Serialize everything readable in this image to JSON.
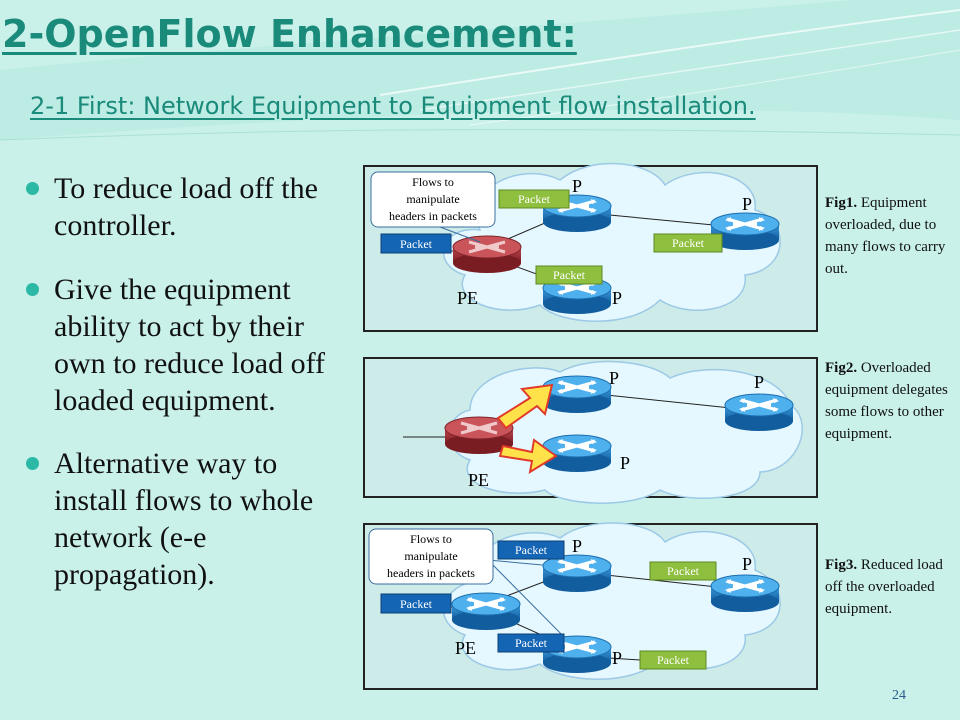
{
  "title": "2-OpenFlow Enhancement:",
  "subtitle": "2-1 First: Network Equipment to Equipment flow installation.",
  "bullets": [
    "To reduce load off the controller.",
    "Give the equipment ability to act by their own to reduce load off loaded equipment.",
    "Alternative way to install flows to whole network (e-e propagation)."
  ],
  "figures": {
    "fig1": {
      "callout": [
        "Flows to",
        "manipulate",
        "headers in packets"
      ],
      "packet_label": "Packet",
      "node_labels": {
        "p_top": "P",
        "p_right": "P",
        "p_bottom": "P",
        "pe": "PE"
      },
      "caption_bold": "Fig1.",
      "caption_text": "Equipment overloaded, due to many flows to carry out."
    },
    "fig2": {
      "node_labels": {
        "p_top": "P",
        "p_right": "P",
        "p_bottom": "P",
        "pe": "PE"
      },
      "caption_bold": "Fig2.",
      "caption_text": "Overloaded equipment delegates some flows to other equipment."
    },
    "fig3": {
      "callout": [
        "Flows to",
        "manipulate",
        "headers in packets"
      ],
      "packet_label": "Packet",
      "node_labels": {
        "p_top": "P",
        "p_right": "P",
        "p_bottom": "P",
        "pe": "PE"
      },
      "caption_bold": "Fig3.",
      "caption_text": "Reduced load off the overloaded equipment."
    }
  },
  "page_number": "24",
  "colors": {
    "background": "#c9f1ea",
    "title": "#1a8a7a",
    "router_blue": "#1f78c4",
    "router_red": "#a8343a",
    "packet_blue": "#1565b5",
    "packet_green": "#8fbf3f",
    "cloud": "#e6f8ff",
    "arrow": "#ffe24a"
  }
}
